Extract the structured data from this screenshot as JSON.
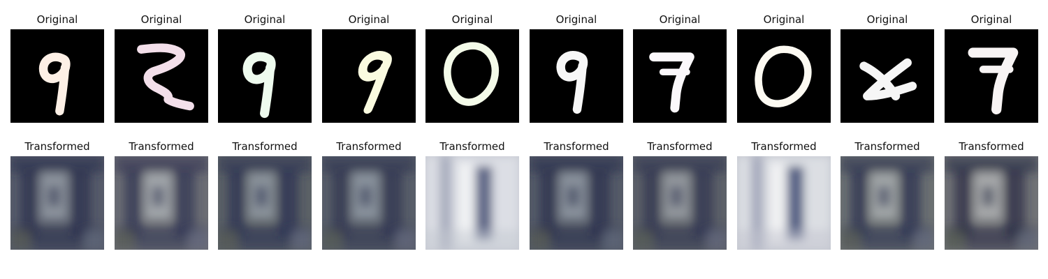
{
  "figure": {
    "rows": [
      {
        "name": "original",
        "title": "Original",
        "image_kind": "digit",
        "panels": [
          {
            "digit": "9",
            "ink": "#fdf0e6"
          },
          {
            "digit": "2",
            "ink": "#f3dfea"
          },
          {
            "digit": "9",
            "ink": "#eefbee"
          },
          {
            "digit": "9",
            "ink": "#fafbe0"
          },
          {
            "digit": "0",
            "ink": "#f4fbe9"
          },
          {
            "digit": "9",
            "ink": "#f7f7f7"
          },
          {
            "digit": "7",
            "ink": "#fbf8fb"
          },
          {
            "digit": "0",
            "ink": "#fdfaf2"
          },
          {
            "digit": "x",
            "ink": "#f6f6f6"
          },
          {
            "digit": "7",
            "ink": "#f8f4f4"
          }
        ]
      },
      {
        "name": "transformed",
        "title": "Transformed",
        "image_kind": "blurred",
        "panels": [
          {
            "style": "dark",
            "bg": "#565b6a",
            "fg": "#2a2f4b",
            "hi": "#9ea6ae"
          },
          {
            "style": "dark",
            "bg": "#6b6d74",
            "fg": "#303352",
            "hi": "#b3b8bc"
          },
          {
            "style": "dark",
            "bg": "#5b6166",
            "fg": "#2b3152",
            "hi": "#9aa2ab"
          },
          {
            "style": "dark",
            "bg": "#585e69",
            "fg": "#2e3350",
            "hi": "#9aa3ad"
          },
          {
            "style": "light",
            "bg": "#c6c9d2",
            "fg": "#4b5478",
            "hi": "#eef0f4"
          },
          {
            "style": "dark",
            "bg": "#555b68",
            "fg": "#2a2f4b",
            "hi": "#9ba3ad"
          },
          {
            "style": "dark",
            "bg": "#5d6169",
            "fg": "#2e3350",
            "hi": "#a3a8ad"
          },
          {
            "style": "light",
            "bg": "#c3c6cf",
            "fg": "#414c75",
            "hi": "#f1f2f4"
          },
          {
            "style": "dark",
            "bg": "#6b7072",
            "fg": "#2b3150",
            "hi": "#b2b7b8"
          },
          {
            "style": "dark",
            "bg": "#707276",
            "fg": "#272b44",
            "hi": "#b9bbbc"
          }
        ]
      }
    ]
  }
}
